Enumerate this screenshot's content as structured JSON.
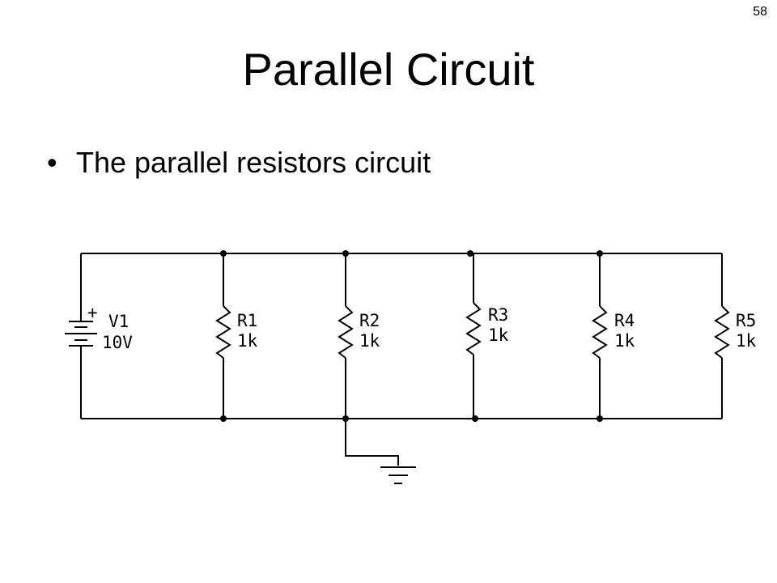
{
  "page_number": "58",
  "title": "Parallel Circuit",
  "bullets": [
    "The parallel resistors circuit"
  ],
  "circuit": {
    "source": {
      "name": "V1",
      "value": "10V",
      "polarity": "+"
    },
    "resistors": [
      {
        "name": "R1",
        "value": "1k"
      },
      {
        "name": "R2",
        "value": "1k"
      },
      {
        "name": "R3",
        "value": "1k"
      },
      {
        "name": "R4",
        "value": "1k"
      },
      {
        "name": "R5",
        "value": "1k"
      }
    ]
  }
}
